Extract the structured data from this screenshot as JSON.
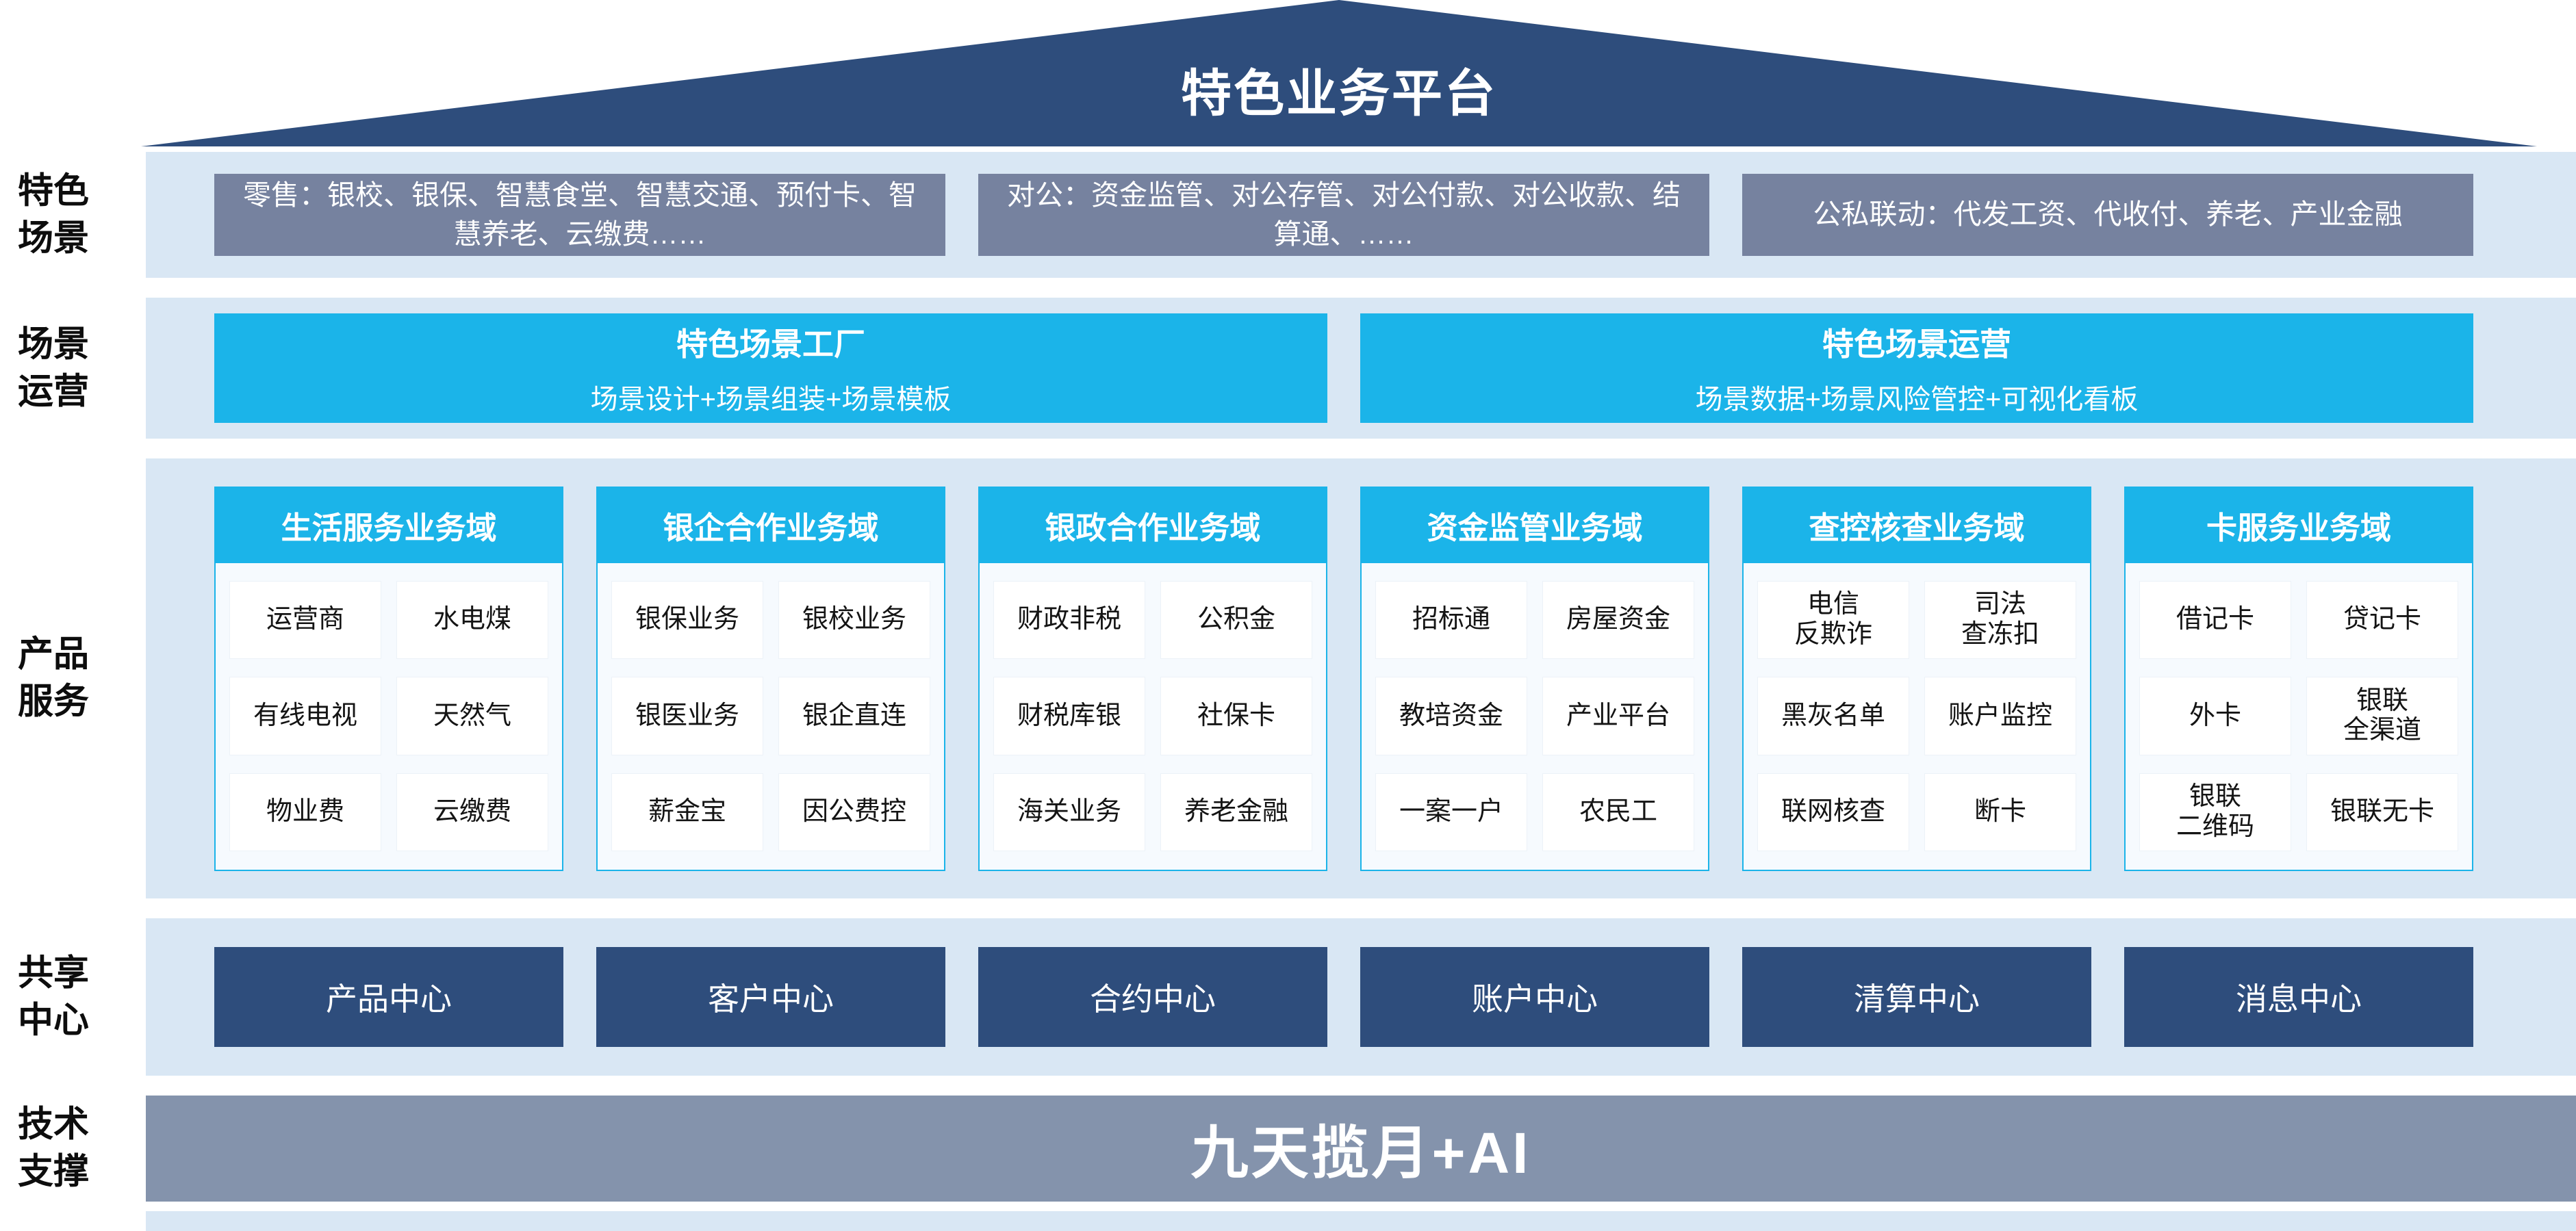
{
  "title": "特色业务平台",
  "colors": {
    "navy": "#2E4D7C",
    "band": "#D9E7F4",
    "slate": "#76829F",
    "cyan": "#1BB4E9",
    "gray": "#8493AC"
  },
  "side_labels": [
    "特色\n场景",
    "场景\n运营",
    "产品\n服务",
    "共享\n中心",
    "技术\n支撑"
  ],
  "scene_boxes": [
    "零售：银校、银保、智慧食堂、智慧交通、预付卡、智慧养老、云缴费……",
    "对公：资金监管、对公存管、对公付款、对公收款、结算通、……",
    "公私联动：代发工资、代收付、养老、产业金融"
  ],
  "operations": [
    {
      "title": "特色场景工厂",
      "subtitle": "场景设计+场景组装+场景模板"
    },
    {
      "title": "特色场景运营",
      "subtitle": "场景数据+场景风险管控+可视化看板"
    }
  ],
  "product_domains": [
    {
      "title": "生活服务业务域",
      "cells": [
        "运营商",
        "水电煤",
        "有线电视",
        "天然气",
        "物业费",
        "云缴费"
      ]
    },
    {
      "title": "银企合作业务域",
      "cells": [
        "银保业务",
        "银校业务",
        "银医业务",
        "银企直连",
        "薪金宝",
        "因公费控"
      ]
    },
    {
      "title": "银政合作业务域",
      "cells": [
        "财政非税",
        "公积金",
        "财税库银",
        "社保卡",
        "海关业务",
        "养老金融"
      ]
    },
    {
      "title": "资金监管业务域",
      "cells": [
        "招标通",
        "房屋资金",
        "教培资金",
        "产业平台",
        "一案一户",
        "农民工"
      ]
    },
    {
      "title": "查控核查业务域",
      "cells": [
        "电信\n反欺诈",
        "司法\n查冻扣",
        "黑灰名单",
        "账户监控",
        "联网核查",
        "断卡"
      ]
    },
    {
      "title": "卡服务业务域",
      "cells": [
        "借记卡",
        "贷记卡",
        "外卡",
        "银联\n全渠道",
        "银联\n二维码",
        "银联无卡"
      ]
    }
  ],
  "shared_centers": [
    "产品中心",
    "客户中心",
    "合约中心",
    "账户中心",
    "清算中心",
    "消息中心"
  ],
  "tech_support": "九天揽月+AI"
}
